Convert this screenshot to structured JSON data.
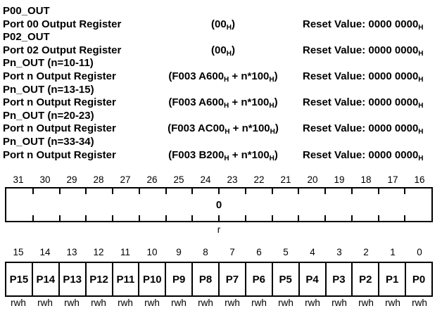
{
  "page": {
    "background": "#ffffff",
    "text_color": "#000000"
  },
  "registers": [
    {
      "name": "P00_OUT",
      "long_name": "Port 00 Output Register",
      "addr": [
        "(00",
        "H",
        ")",
        "",
        ""
      ],
      "reset": [
        "Reset Value: 0000 0000",
        "H"
      ]
    },
    {
      "name": "P02_OUT",
      "long_name": "Port 02 Output Register",
      "addr": [
        "(00",
        "H",
        ")",
        "",
        ""
      ],
      "reset": [
        "Reset Value: 0000 0000",
        "H"
      ]
    },
    {
      "name": "Pn_OUT (n=10-11)",
      "long_name": "Port n Output Register",
      "addr": [
        "(F003 A600",
        "H",
        " + n*100",
        "H",
        ")"
      ],
      "reset": [
        "Reset Value: 0000 0000",
        "H"
      ]
    },
    {
      "name": "Pn_OUT (n=13-15)",
      "long_name": "Port n Output Register",
      "addr": [
        "(F003 A600",
        "H",
        " + n*100",
        "H",
        ")"
      ],
      "reset": [
        "Reset Value: 0000 0000",
        "H"
      ]
    },
    {
      "name": "Pn_OUT (n=20-23)",
      "long_name": "Port n Output Register",
      "addr": [
        "(F003 AC00",
        "H",
        " + n*100",
        "H",
        ")"
      ],
      "reset": [
        "Reset Value: 0000 0000",
        "H"
      ]
    },
    {
      "name": "Pn_OUT (n=33-34)",
      "long_name": "Port n Output Register",
      "addr": [
        "(F003 B200",
        "H",
        " + n*100",
        "H",
        ")"
      ],
      "reset": [
        "Reset Value: 0000 0000",
        "H"
      ]
    }
  ],
  "bitfield_high": {
    "bits": [
      "31",
      "30",
      "29",
      "28",
      "27",
      "26",
      "25",
      "24",
      "23",
      "22",
      "21",
      "20",
      "19",
      "18",
      "17",
      "16"
    ],
    "field_label": "0",
    "access": "r"
  },
  "bitfield_low": {
    "bits": [
      "15",
      "14",
      "13",
      "12",
      "11",
      "10",
      "9",
      "8",
      "7",
      "6",
      "5",
      "4",
      "3",
      "2",
      "1",
      "0"
    ],
    "cells": [
      {
        "label": "P15",
        "access": "rwh"
      },
      {
        "label": "P14",
        "access": "rwh"
      },
      {
        "label": "P13",
        "access": "rwh"
      },
      {
        "label": "P12",
        "access": "rwh"
      },
      {
        "label": "P11",
        "access": "rwh"
      },
      {
        "label": "P10",
        "access": "rwh"
      },
      {
        "label": "P9",
        "access": "rwh"
      },
      {
        "label": "P8",
        "access": "rwh"
      },
      {
        "label": "P7",
        "access": "rwh"
      },
      {
        "label": "P6",
        "access": "rwh"
      },
      {
        "label": "P5",
        "access": "rwh"
      },
      {
        "label": "P4",
        "access": "rwh"
      },
      {
        "label": "P3",
        "access": "rwh"
      },
      {
        "label": "P2",
        "access": "rwh"
      },
      {
        "label": "P1",
        "access": "rwh"
      },
      {
        "label": "P0",
        "access": "rwh"
      }
    ]
  }
}
